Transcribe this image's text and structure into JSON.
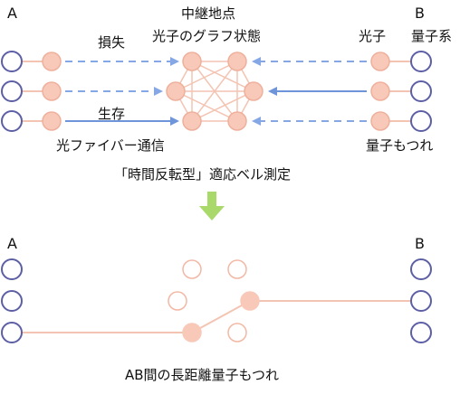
{
  "top": {
    "label_a": "A",
    "label_b": "B",
    "relay_title": "中継地点",
    "graph_state": "光子のグラフ状態",
    "loss": "損失",
    "survival": "生存",
    "fiber": "光ファイバー通信",
    "photon": "光子",
    "qubit_system": "量子系",
    "entanglement": "量子もつれ"
  },
  "measurement": "「時間反転型」適応ベル測定",
  "bottom": {
    "label_a": "A",
    "label_b": "B",
    "caption": "AB間の長距離量子もつれ"
  },
  "colors": {
    "qubit_stroke": "#5c5fa3",
    "photon_fill": "#f8c9b8",
    "photon_stroke": "#eeb09c",
    "lost_arrow": "#86a7e6",
    "live_arrow": "#6e94da",
    "arrow_down": "#a9d96b",
    "entangle_line": "#f4c4b3"
  }
}
